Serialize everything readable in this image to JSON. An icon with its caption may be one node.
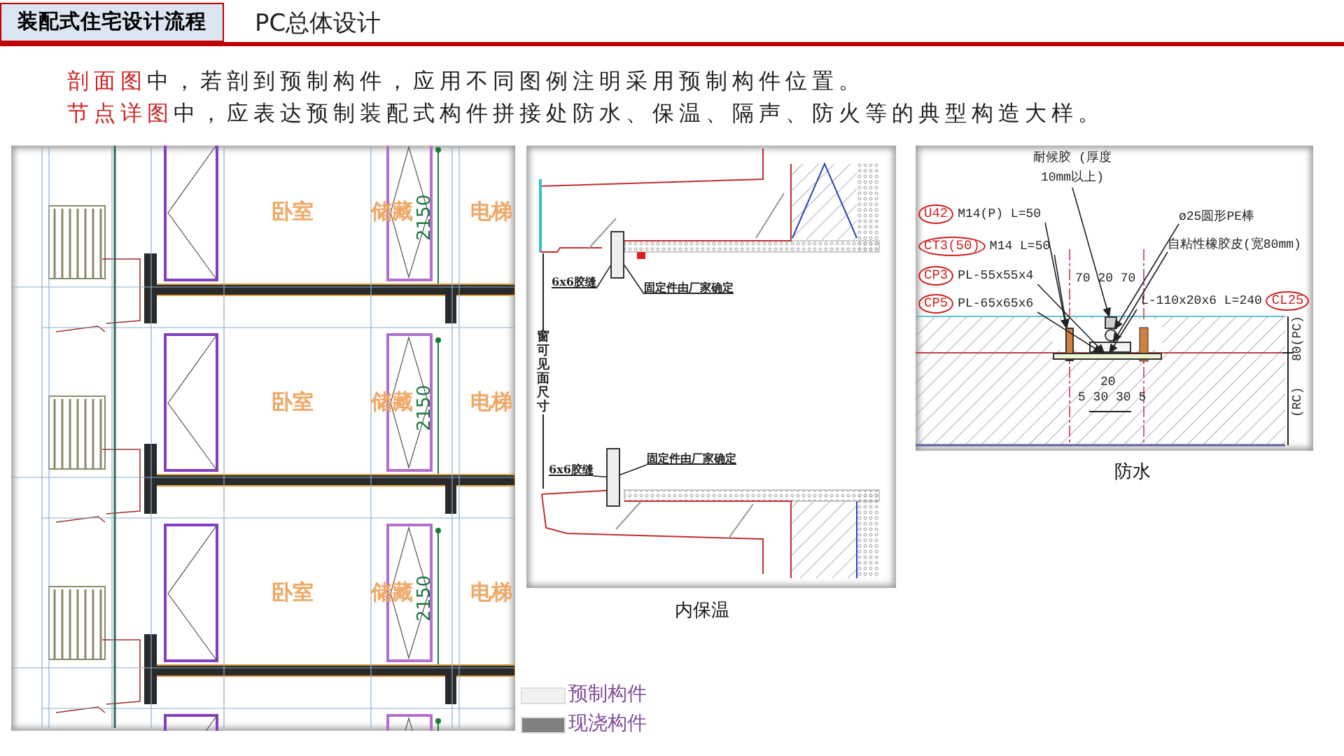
{
  "diagram": {
    "title": "PC总体设计",
    "nodes": [
      {
        "text": [
          "6x6胶缝"
        ]
      },
      {
        "text": [
          "固定件由厂家确定"
        ]
      },
      {
        "text": [
          "6x6胶缝"
        ]
      },
      {
        "text": [
          "固定件由厂家确定"
        ]
      },
      {
        "text": [
          "耐候胶 (厚度10mm以上)"
        ]
      },
      {
        "text": [
          "U42"
        ],
        "beside": [
          "M14(P) L=50"
        ]
      },
      {
        "text": [
          "CT3(50)"
        ],
        "beside": [
          "M14 L=50"
        ]
      },
      {
        "text": [
          "CP3"
        ],
        "beside": [
          "PL-55x55x4"
        ]
      },
      {
        "text": [
          "CP5"
        ],
        "beside": [
          "PL-65x65x6"
        ]
      },
      {
        "text": [
          "ø25圆形PE棒"
        ]
      },
      {
        "text": [
          "自粘性橡胶皮(宽80mm)"
        ]
      },
      {
        "text": [
          "CL25"
        ],
        "beside": [
          "L-110x20x6 L=240"
        ]
      },
      {
        "text": [],
        "shape": "box"
      },
      {
        "text": [],
        "shape": "circle"
      },
      {
        "text": [],
        "shape": "box"
      },
      {
        "text": [],
        "shape": "bar"
      },
      {
        "text": [],
        "shape": "bar"
      },
      {
        "text": [],
        "shape": "box"
      },
      {
        "text": [],
        "shape": "box"
      }
    ],
    "edges": [
      {
        "from": 0,
        "to": 17,
        "arrow": "none"
      },
      {
        "from": 1,
        "to": 17,
        "arrow": "none"
      },
      {
        "from": 2,
        "to": 18,
        "arrow": "none"
      },
      {
        "from": 3,
        "to": 18,
        "arrow": "none"
      },
      {
        "from": 4,
        "to": 12,
        "arrow": "to"
      },
      {
        "from": 5,
        "to": 15,
        "arrow": "to"
      },
      {
        "from": 6,
        "to": 15,
        "arrow": "to"
      },
      {
        "from": 7,
        "to": 16,
        "arrow": "to"
      },
      {
        "from": 8,
        "to": 16,
        "arrow": "to"
      },
      {
        "from": 9,
        "to": 13,
        "arrow": "to"
      },
      {
        "from": 10,
        "to": 14,
        "arrow": "to"
      },
      {
        "from": 11,
        "to": 16,
        "arrow": "to"
      }
    ],
    "labels": [
      "装配式住宅设计流程",
      "**剖面图**中，若剖到预制构件，应用不同图例注明采用预制构件位置。",
      "**节点详图**中，应表达预制装配式构件拼接处防水、保温、隔声、防火等的典型构造大样。",
      "卧室",
      "储藏",
      "2150",
      "电梯",
      "卧室",
      "储藏",
      "2150",
      "电梯",
      "卧室",
      "储藏",
      "2150",
      "电梯",
      "窗可见面尺寸",
      "内保温",
      "70 20 70",
      "80(PC)",
      "20",
      "5 30 30 5",
      "(RC)",
      "防水"
    ],
    "legend": [
      {
        "text": "预制构件",
        "color": "#f2f2f2"
      },
      {
        "text": "现浇构件",
        "color": "#808080"
      }
    ]
  }
}
